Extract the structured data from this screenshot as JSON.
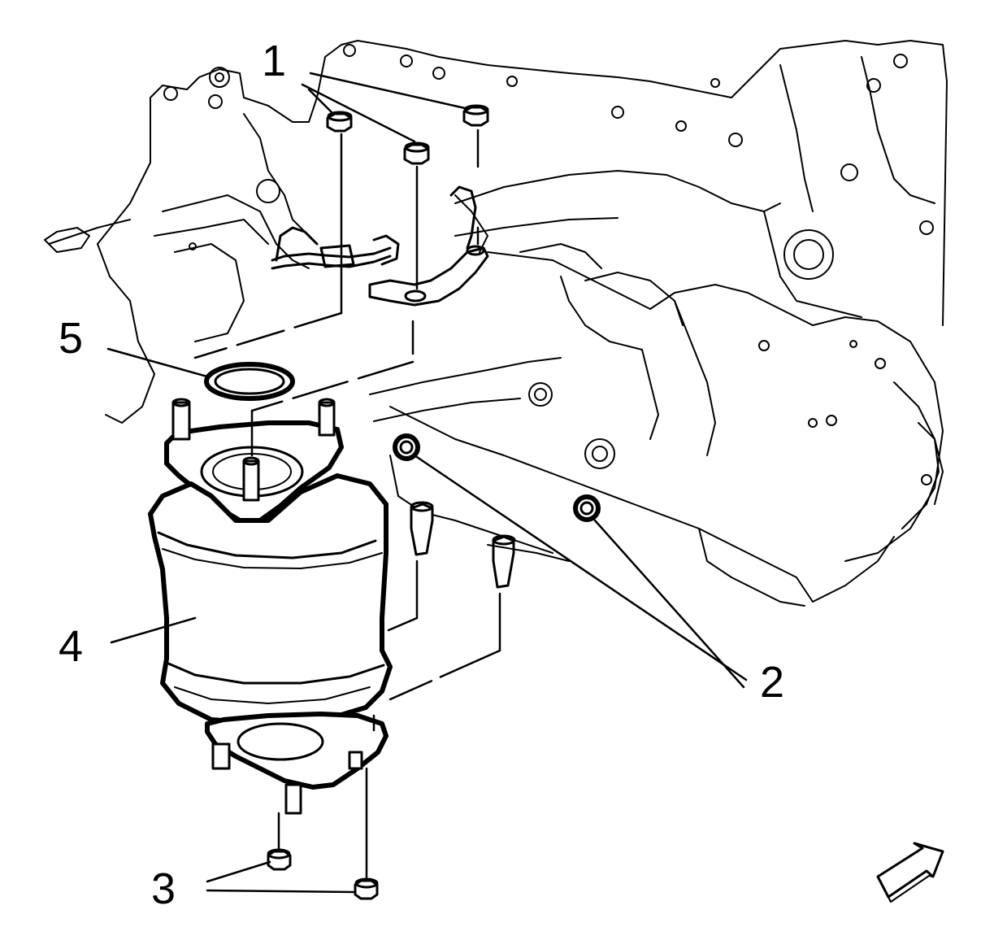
{
  "callouts": [
    {
      "id": "1",
      "label": "1"
    },
    {
      "id": "2",
      "label": "2"
    },
    {
      "id": "3",
      "label": "3"
    },
    {
      "id": "4",
      "label": "4"
    },
    {
      "id": "5",
      "label": "5"
    }
  ],
  "parts": {
    "nuts_top": "1",
    "bracket_bolts": "2",
    "lower_nuts": "3",
    "catalytic_converter": "4",
    "gasket": "5"
  },
  "icons": {
    "direction_arrow": "forward-arrow-icon"
  },
  "colors": {
    "line": "#000000",
    "background": "#ffffff"
  }
}
